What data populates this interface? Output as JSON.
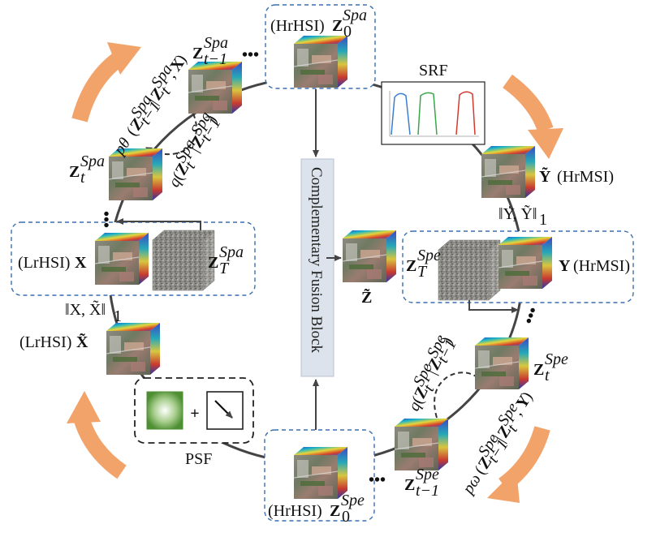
{
  "labels": {
    "hrhsi_top": "(HrHSI)",
    "hrhsi_bottom": "(HrHSI)",
    "lrhsi_x": "(LrHSI)",
    "lrhsi_xtilde": "(LrHSI)",
    "hrmsi_y": "(HrMSI)",
    "hrmsi_ytilde": "(HrMSI)",
    "srf": "SRF",
    "psf": "PSF",
    "fusion_block": "Complementary Fusion Block",
    "plus": "+",
    "dots": "•••"
  },
  "symbols": {
    "Z": "Z",
    "X": "X",
    "Y": "Y",
    "spa": "Spa",
    "spe": "Spe",
    "zero": "0",
    "t": "t",
    "T": "T",
    "tminus1": "t−1",
    "p_theta": "pθ",
    "p_omega": "pω",
    "q": "q",
    "norm_x": "‖X, X̃‖",
    "norm_y": "‖Y, Ỹ‖",
    "one": "1"
  },
  "colors": {
    "dashed_box": "#3a6fb0",
    "arrow_orange": "#f2a36a",
    "ring": "#444444",
    "fusion_fill": "#dde3ec",
    "psf_green": "#5a9a3c"
  }
}
